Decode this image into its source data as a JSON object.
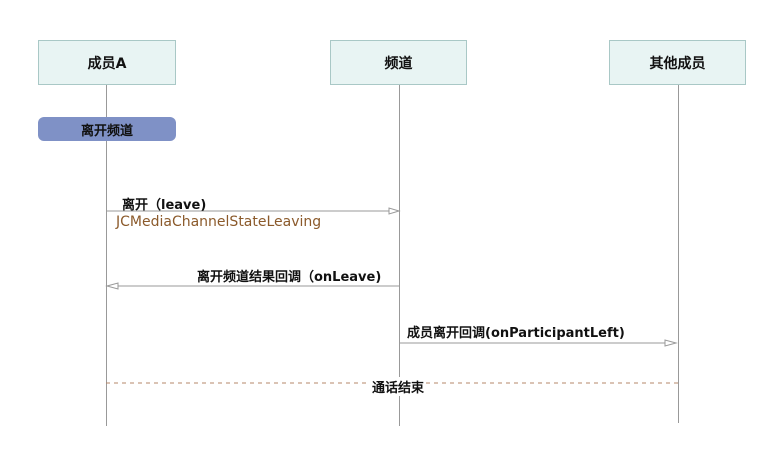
{
  "participants": {
    "member_a": "成员A",
    "channel": "频道",
    "others": "其他成员"
  },
  "activation": {
    "label": "离开频道"
  },
  "messages": {
    "leave": {
      "label": "离开（leave)",
      "state": "JCMediaChannelStateLeaving"
    },
    "on_leave": {
      "label": "离开频道结果回调（onLeave)"
    },
    "participant_left": {
      "label": "成员离开回调(onParticipantLeft)"
    }
  },
  "end": {
    "label": "通话结束"
  },
  "colors": {
    "participant_fill": "#e8f4f3",
    "activation_fill": "#7f91c6",
    "state_text": "#8b5a2b",
    "end_line": "#b5876a"
  }
}
